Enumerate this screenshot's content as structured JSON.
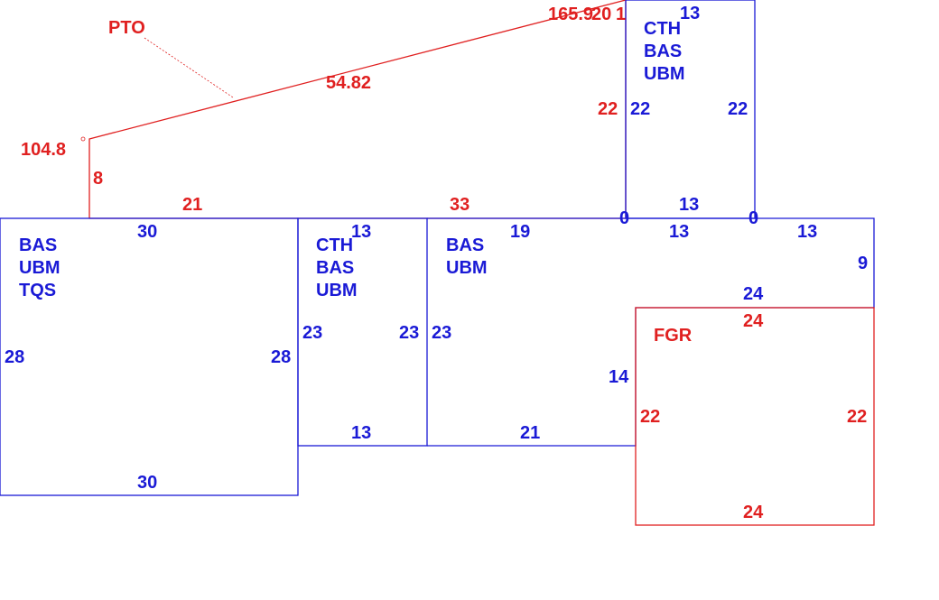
{
  "colors": {
    "living": "#1a1ad6",
    "other": "#e02020"
  },
  "pto": {
    "code": "PTO",
    "slope_len": "54.82",
    "angle_left": "104.8",
    "angle_right": "165.9",
    "top_right_a": "20",
    "top_right_b": "1",
    "left_side": "8",
    "bottom_left": "21",
    "bottom_right": "33",
    "right_side": "22"
  },
  "cth_top": {
    "codes": [
      "CTH",
      "BAS",
      "UBM"
    ],
    "top": "13",
    "left": "22",
    "right": "22",
    "bottom": "13",
    "corner_left": "0",
    "corner_right": "0"
  },
  "bas_left": {
    "codes": [
      "BAS",
      "UBM",
      "TQS"
    ],
    "top": "30",
    "left": "28",
    "right": "28",
    "bottom": "30"
  },
  "cth_mid": {
    "codes": [
      "CTH",
      "BAS",
      "UBM"
    ],
    "top": "13",
    "left": "23",
    "right": "23",
    "bottom": "13"
  },
  "bas_right": {
    "codes": [
      "BAS",
      "UBM"
    ],
    "top_a": "19",
    "top_b": "13",
    "top_c": "13",
    "left": "23",
    "right": "9",
    "step_h": "24",
    "step_v": "14",
    "bottom": "21"
  },
  "fgr": {
    "code": "FGR",
    "top": "24",
    "left": "22",
    "right": "22",
    "bottom": "24"
  }
}
